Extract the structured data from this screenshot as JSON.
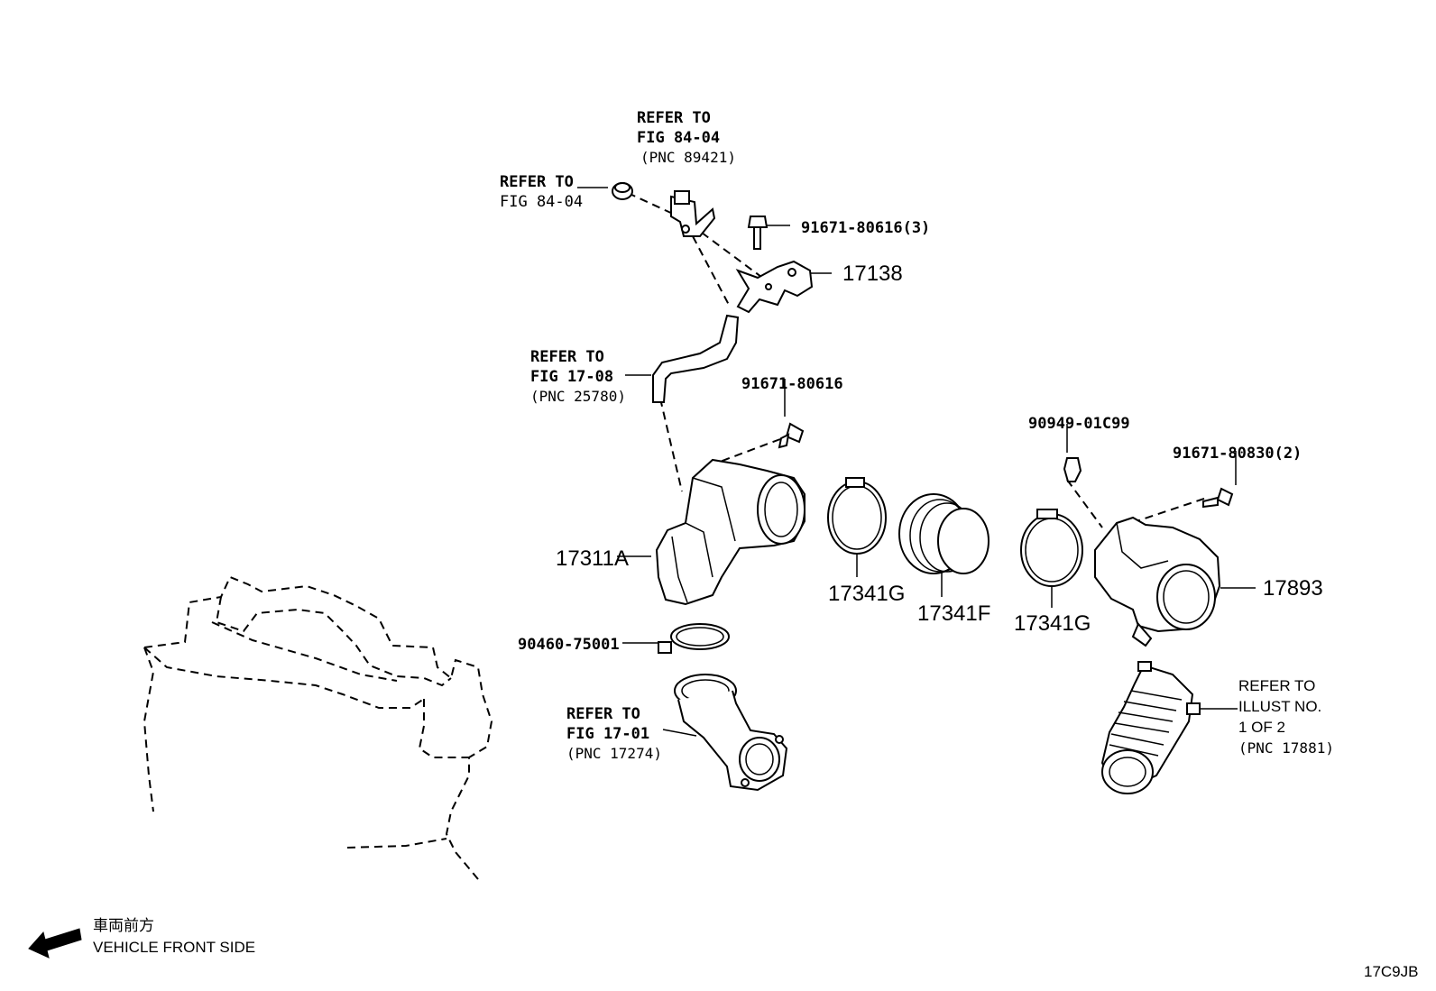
{
  "refs": {
    "r1": [
      "REFER TO",
      "FIG 84-04",
      "(PNC 89421)"
    ],
    "r2": [
      "REFER TO",
      "FIG 84-04"
    ],
    "r3": [
      "REFER TO",
      "FIG 17-08",
      "(PNC 25780)"
    ],
    "r4": [
      "REFER TO",
      "FIG 17-01",
      "(PNC 17274)"
    ],
    "r5": [
      "REFER TO",
      "ILLUST NO.",
      "1 OF 2",
      "(PNC 17881)"
    ]
  },
  "parts": {
    "bolt_a": "91671-80616(3)",
    "p17138": "17138",
    "bolt_b": "91671-80616",
    "clip": "90949-01C99",
    "bolt_c": "91671-80830(2)",
    "p17311a": "17311A",
    "p17341g_1": "17341G",
    "p17341f": "17341F",
    "p17341g_2": "17341G",
    "p17893": "17893",
    "clamp": "90460-75001"
  },
  "legend": {
    "jp": "車両前方",
    "en": "VEHICLE FRONT SIDE"
  },
  "figure_code": "17C9JB"
}
